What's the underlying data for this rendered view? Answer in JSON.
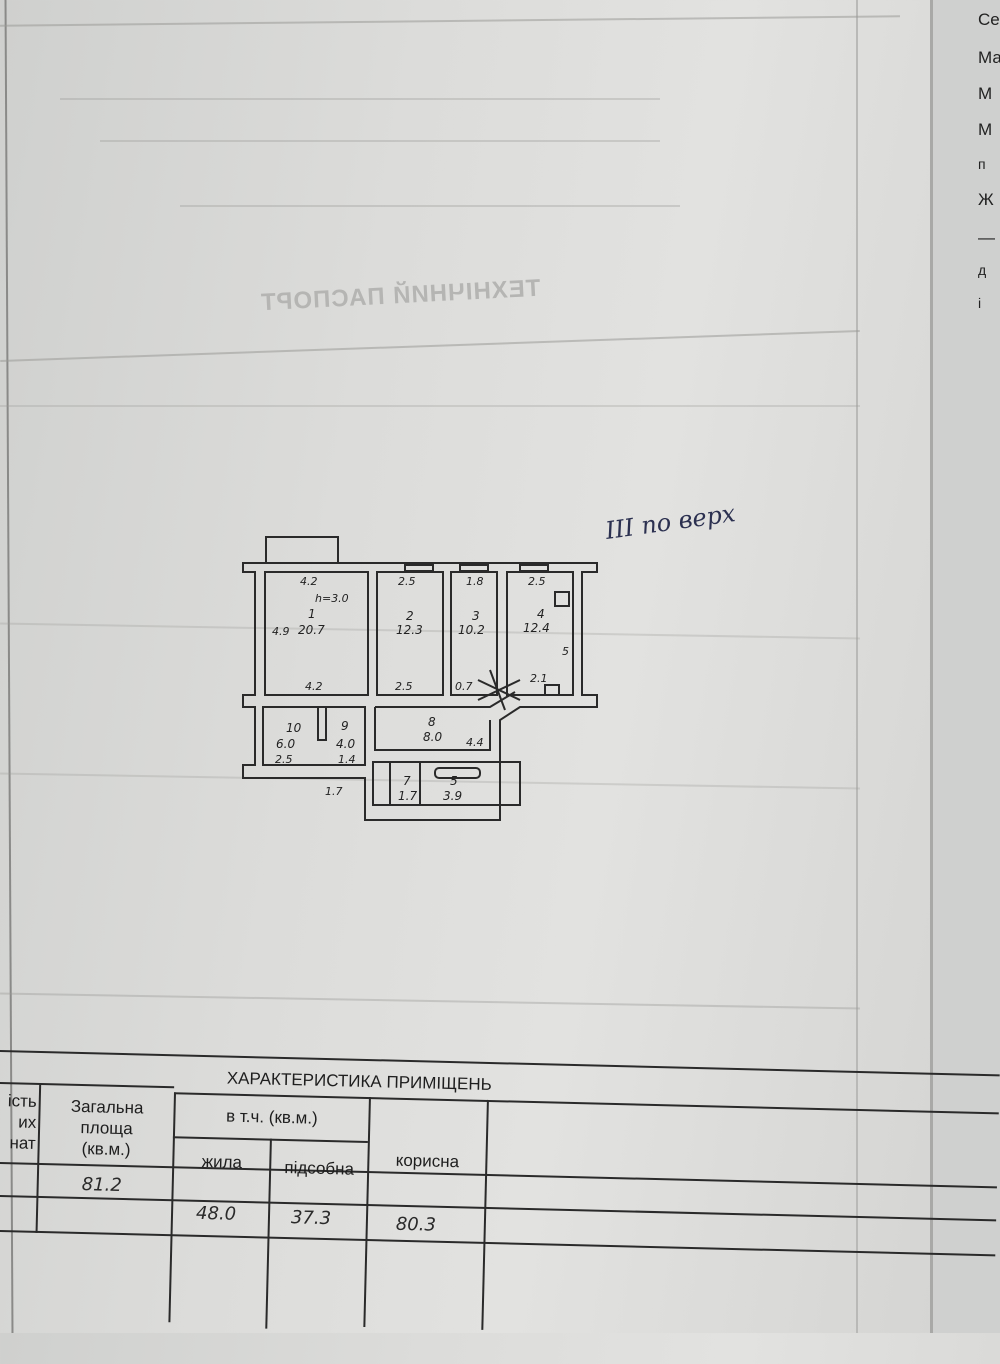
{
  "background_print": {
    "mirrored_title": "ТЕХНІЧНИЙ ПАСПОРТ"
  },
  "right_sheet": {
    "line_starts": [
      "Се",
      "Ма",
      "М",
      "М",
      "п",
      "Ж",
      "—",
      "д",
      "і"
    ]
  },
  "handwritten_note": "III по верх",
  "floor_plan": {
    "rooms": [
      {
        "number": "1",
        "area": "20.7"
      },
      {
        "number": "2",
        "area": "12.3"
      },
      {
        "number": "3",
        "area": "10.2"
      },
      {
        "number": "4",
        "area": "12.4"
      },
      {
        "number": "5",
        "area": "3.9"
      },
      {
        "number": "7",
        "area": "1.7"
      },
      {
        "number": "8",
        "area": "8.0"
      },
      {
        "number": "9",
        "area": "4.0"
      },
      {
        "number": "10",
        "area": "6.0"
      }
    ],
    "dimensions": {
      "room1_top": "4.2",
      "room1_height_note": "h=3.0",
      "room1_side": "4.9",
      "room1_bottom": "4.2",
      "room2_top": "2.5",
      "room2_bottom": "2.5",
      "room3_top": "1.8",
      "room3_bottom": "0.7",
      "room4_top": "2.5",
      "room4_side": "5",
      "room4_bottom": "2.1",
      "corridor_side": "4.4",
      "room10_bottom": "2.5",
      "room9_bottom": "1.4",
      "bottom_misc": "1.7"
    }
  },
  "table": {
    "title": "ХАРАКТЕРИСТИКА ПРИМІЩЕНЬ",
    "col_rooms_partial": "...ість\n...их\n...нат",
    "col_rooms_lines": [
      "ість",
      "их",
      "нат"
    ],
    "col_total": [
      "Загальна",
      "площа",
      "(кв.м.)"
    ],
    "col_incl": "в т.ч. (кв.м.)",
    "col_living": "жила",
    "col_auxiliary": "підсобна",
    "col_useful": "корисна",
    "values": {
      "total": "81.2",
      "living": "48.0",
      "auxiliary": "37.3",
      "useful": "80.3"
    }
  }
}
